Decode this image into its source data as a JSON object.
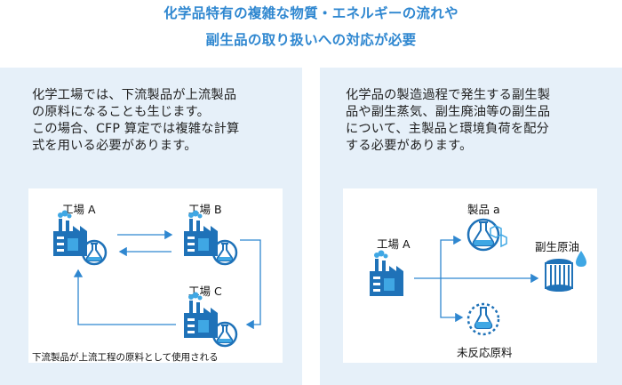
{
  "heading": {
    "line1": "化学品特有の複雑な物質・エネルギーの流れや",
    "line2": "副生品の取り扱いへの対応が必要"
  },
  "left_panel": {
    "description": [
      "化学工場では、下流製品が上流製品",
      "の原料になることも生じます。",
      "この場合、CFP 算定では複雑な計算",
      "式を用いる必要があります。"
    ],
    "factory_a_label": "工場 A",
    "factory_b_label": "工場 B",
    "factory_c_label": "工場 C",
    "note": "下流製品が上流工程の原料として使用される"
  },
  "right_panel": {
    "description": [
      "化学品の製造過程で発生する副生製",
      "品や副生蒸気、副生廃油等の副生品",
      "について、主製品と環境負荷を配分",
      "する必要があります。"
    ],
    "factory_a_label": "工場 A",
    "product_label": "製品 a",
    "byproduct_oil_label": "副生原油",
    "unreacted_label": "未反応原料"
  },
  "colors": {
    "title": "#2f87d0",
    "panel_bg": "#e6f0f9",
    "icon_blue": "#1f72b8",
    "icon_light": "#3fa7e4",
    "arrow": "#2f87d0"
  }
}
